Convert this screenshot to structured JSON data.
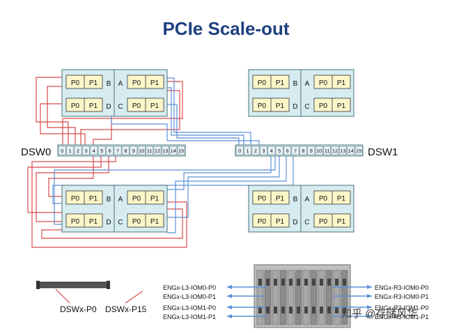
{
  "title": "PCIe Scale-out",
  "switches": {
    "left": "DSW0",
    "right": "DSW1",
    "ports": [
      "0",
      "1",
      "2",
      "3",
      "4",
      "5",
      "6",
      "7",
      "8",
      "9",
      "10",
      "11",
      "12",
      "13",
      "14",
      "15"
    ]
  },
  "enclosure": {
    "port_a": "P0",
    "port_b": "P1",
    "slots": [
      "B",
      "A",
      "D",
      "C"
    ]
  },
  "legend": {
    "p0": "DSWx-P0",
    "p15": "DSWx-P15"
  },
  "rack_labels": {
    "left": [
      "ENGx-L3-IOM0-P0",
      "ENGx-L3-IOM0-P1",
      "ENGx-L3-IOM1-P0",
      "ENGx-L3-IOM1-P1"
    ],
    "right": [
      "ENGx-R3-IOM0-P0",
      "ENGx-R3-IOM0-P1",
      "ENGx-R3-IOM1-P0",
      "ENGx-R3-IOM1-P1"
    ]
  },
  "watermark": "知乎 @存储风华",
  "colors": {
    "title": "#1f3f7f",
    "enclosure_fill": "#d6ecf0",
    "module_fill": "#fbf6c8",
    "switch_fill": "#cfe6ea",
    "red_link": "#d84a4a",
    "blue_link": "#5a8fd8"
  }
}
